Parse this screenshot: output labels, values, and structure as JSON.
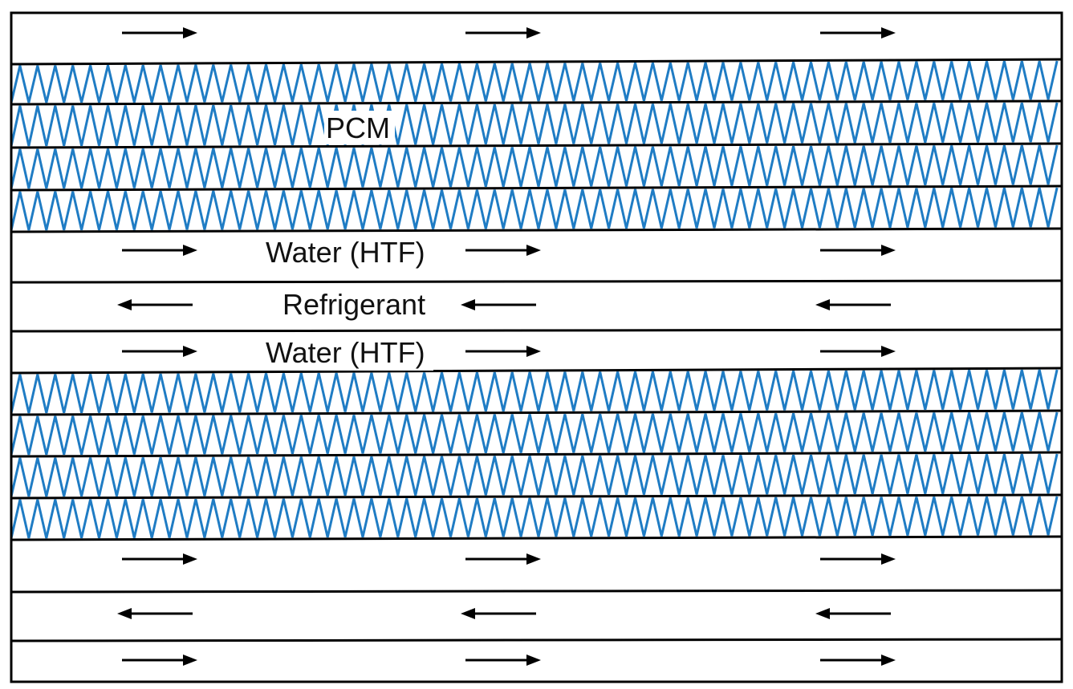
{
  "labels": {
    "pcm": "PCM",
    "water_top": "Water (HTF)",
    "refrigerant": "Refrigerant",
    "water_bottom": "Water (HTF)"
  },
  "colors": {
    "outline": "#000000",
    "fin": "#1f7cc4",
    "background": "#ffffff"
  },
  "channels": [
    {
      "kind": "water",
      "flow": "right"
    },
    {
      "kind": "pcm"
    },
    {
      "kind": "water",
      "flow": "right"
    },
    {
      "kind": "refrigerant",
      "flow": "left"
    },
    {
      "kind": "water",
      "flow": "right"
    },
    {
      "kind": "pcm"
    },
    {
      "kind": "water",
      "flow": "right"
    },
    {
      "kind": "refrigerant",
      "flow": "left"
    },
    {
      "kind": "water",
      "flow": "right"
    }
  ]
}
